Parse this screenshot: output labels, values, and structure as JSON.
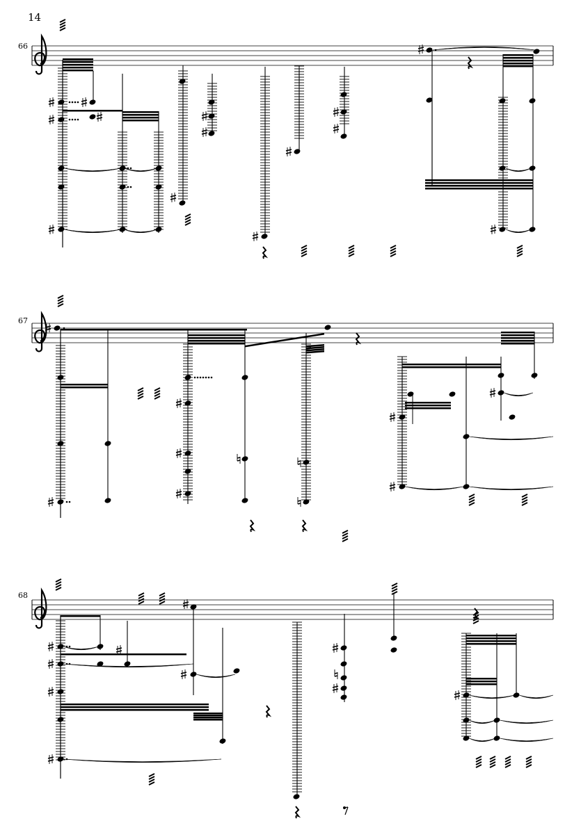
{
  "page": {
    "number": "14"
  },
  "systems": [
    {
      "measure_number": "66"
    },
    {
      "measure_number": "67"
    },
    {
      "measure_number": "68"
    }
  ],
  "colors": {
    "ink": "#000000",
    "paper": "#ffffff"
  }
}
